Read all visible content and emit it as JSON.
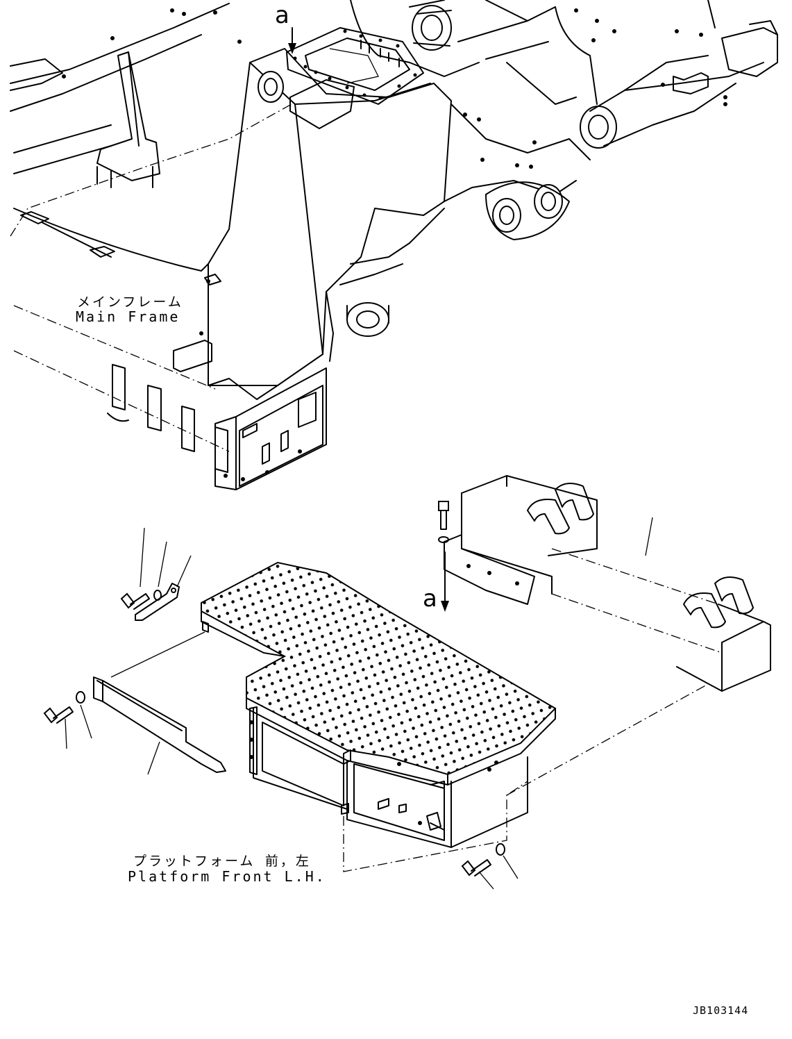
{
  "labels": {
    "main_frame_jp": "メインフレーム",
    "main_frame_en": "Main Frame",
    "platform_jp": "プラットフォーム 前，左",
    "platform_en": "Platform Front L.H.",
    "view_marker_top": "a",
    "view_marker_mid": "a",
    "document_id": "JB103144"
  },
  "icons": {
    "arrow": "arrow-down-icon",
    "bolt": "bolt-icon",
    "washer": "washer-icon"
  },
  "colors": {
    "line": "#000000",
    "background": "#ffffff"
  }
}
